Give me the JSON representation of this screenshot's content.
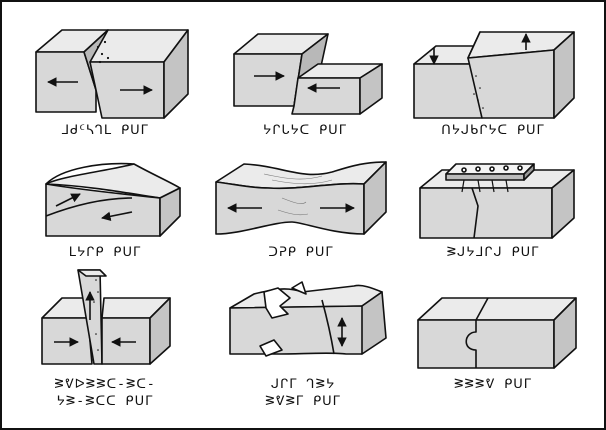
{
  "colors": {
    "ink": "#111111",
    "face_front": "#d8d8d8",
    "face_top": "#ebebeb",
    "face_side": "#c4c4c4",
    "background": "#ffffff"
  },
  "panels": [
    {
      "id": "strike-slip-left",
      "label_lines": [
        "ᒧᑯᑦᓴᒉᒪ ᑭᑌᒥ"
      ]
    },
    {
      "id": "normal",
      "label_lines": [
        "ᔭᒋᒐᔭᑕ ᑭᑌᒥ"
      ]
    },
    {
      "id": "reverse",
      "label_lines": [
        "ᑎᔭᒍᑲᒋᔭᑕ ᑭᑌᒥ"
      ]
    },
    {
      "id": "thrust",
      "label_lines": [
        "ᒪᔭᒋᑭ ᑭᑌᒥ"
      ]
    },
    {
      "id": "sag",
      "label_lines": [
        "ᑐᕈᑭ ᑭᑌᒥ"
      ]
    },
    {
      "id": "riveted",
      "label_lines": [
        "ᕒᒍᔭᒧᒋᒍ ᑭᑌᒥ"
      ]
    },
    {
      "id": "wedge",
      "label_lines": [
        "ᕒᕓᐅᕒᕒᑕ-ᕒᑕ-",
        "ᔭᕒ-ᕒᑕᑕ ᑭᑌᒥ"
      ]
    },
    {
      "id": "torn",
      "label_lines": [
        "ᒍᒋᒥ ᒉᕒᔭ",
        "ᕒᕓᕒᒥ ᑭᑌᒥ"
      ]
    },
    {
      "id": "puzzle",
      "label_lines": [
        "ᕒᕒᕒᕓ ᑭᑌᒥ"
      ]
    }
  ]
}
